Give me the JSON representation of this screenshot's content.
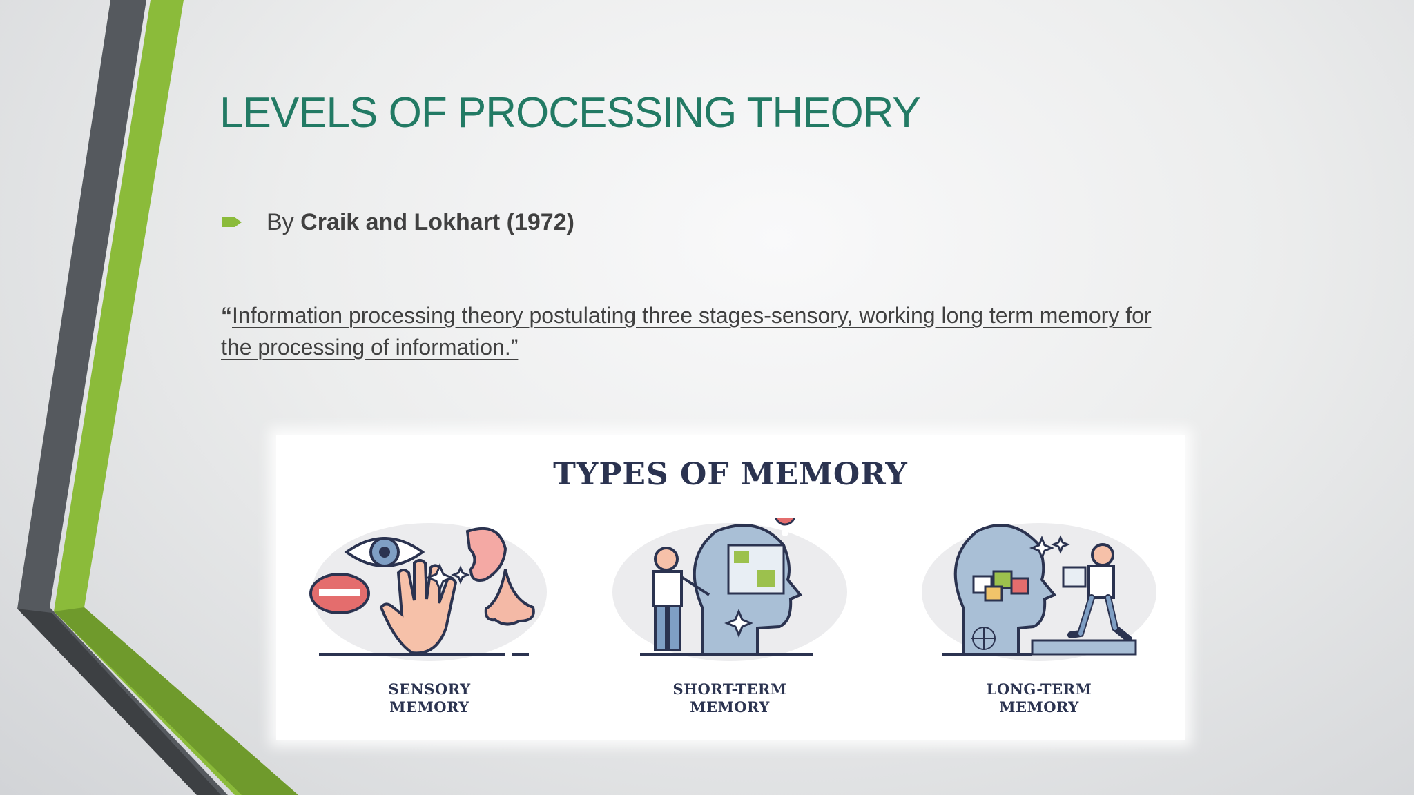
{
  "slide": {
    "title": "LEVELS OF PROCESSING THEORY",
    "bullet": {
      "prefix": "By ",
      "bold": "Craik and Lokhart (1972)"
    },
    "quote": {
      "open_mark": "“",
      "text": "Information processing theory postulating three stages-sensory, working long term memory for the processing of information.”"
    }
  },
  "figure": {
    "title": "TYPES OF MEMORY",
    "panels": [
      {
        "line1": "SENSORY",
        "line2": "MEMORY",
        "icon": "senses-icon"
      },
      {
        "line1": "SHORT-TERM",
        "line2": "MEMORY",
        "icon": "short-term-memory-icon"
      },
      {
        "line1": "LONG-TERM",
        "line2": "MEMORY",
        "icon": "long-term-memory-icon"
      }
    ]
  },
  "colors": {
    "title": "#227a64",
    "accent_green": "#8bbb3a",
    "dark_gray": "#55595e",
    "text": "#404040",
    "figure_text": "#2b3350"
  }
}
